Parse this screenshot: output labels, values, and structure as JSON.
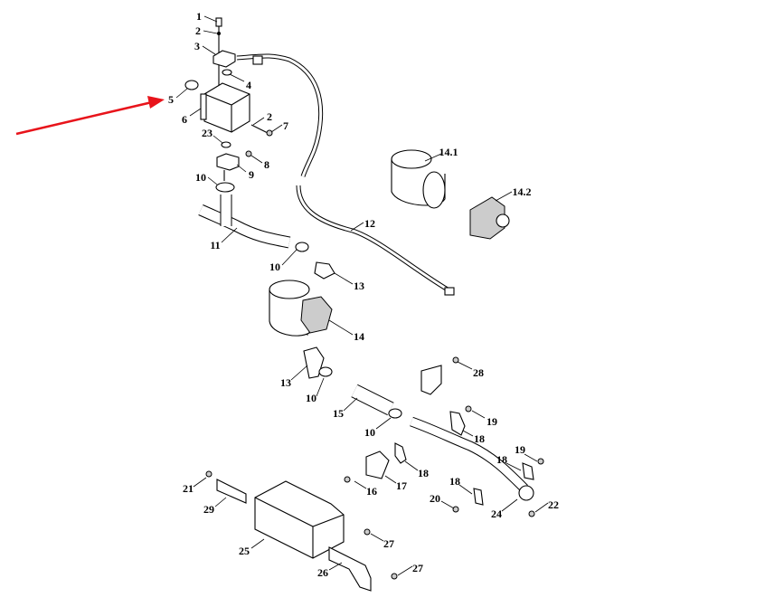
{
  "diagram": {
    "type": "exploded parts diagram",
    "pointer_color": "#e8141b",
    "callouts": [
      "1",
      "2",
      "3",
      "4",
      "5",
      "6",
      "2",
      "7",
      "23",
      "8",
      "9",
      "10",
      "11",
      "10",
      "13",
      "14",
      "13",
      "10",
      "15",
      "10",
      "12",
      "14.1",
      "14.2",
      "28",
      "19",
      "18",
      "18",
      "17",
      "16",
      "19",
      "18",
      "18",
      "20",
      "24",
      "22",
      "21",
      "29",
      "25",
      "27",
      "26",
      "27"
    ]
  }
}
